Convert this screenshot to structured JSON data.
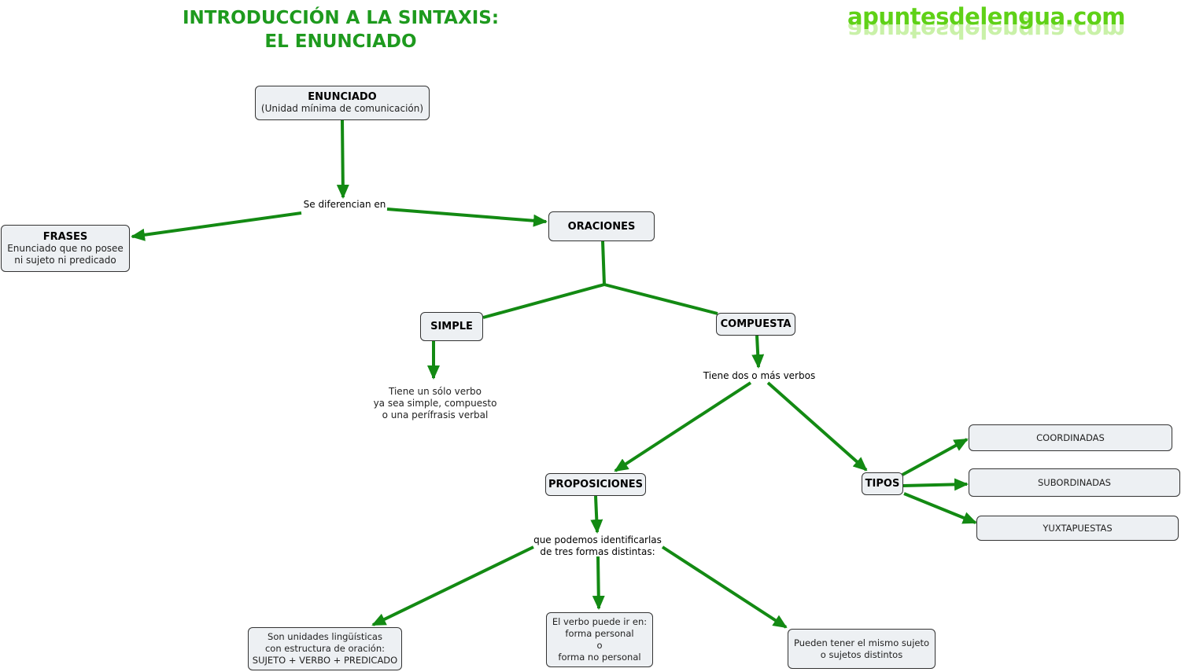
{
  "title": {
    "line1": "INTRODUCCIÓN A LA SINTAXIS:",
    "line2": "EL ENUNCIADO"
  },
  "brand": {
    "text": "apuntesdelengua.com"
  },
  "colors": {
    "title": "#1e9a1e",
    "arrow": "#138a13",
    "box_fill": "#edf0f3",
    "brand": "#5fd117"
  },
  "nodes": {
    "enunciado": {
      "title": "ENUNCIADO",
      "subtitle": "(Unidad mínima de comunicación)"
    },
    "frases": {
      "title": "FRASES",
      "line1": "Enunciado que no posee",
      "line2": "ni sujeto ni predicado"
    },
    "oraciones": {
      "title": "ORACIONES"
    },
    "simple": {
      "title": "SIMPLE"
    },
    "compuesta": {
      "title": "COMPUESTA"
    },
    "proposiciones": {
      "title": "PROPOSICIONES"
    },
    "tipos": {
      "title": "TIPOS"
    },
    "coordinadas": {
      "label": "COORDINADAS"
    },
    "subordinadas": {
      "label": "SUBORDINADAS"
    },
    "yuxtapuestas": {
      "label": "YUXTAPUESTAS"
    },
    "unidades": {
      "line1": "Son unidades lingüísticas",
      "line2": "con estructura de oración:",
      "line3": "SUJETO + VERBO + PREDICADO"
    },
    "verbo": {
      "line1": "El verbo puede ir en:",
      "line2": "forma personal",
      "line3": "o",
      "line4": "forma no personal"
    },
    "sujeto": {
      "line1": "Pueden tener el mismo sujeto",
      "line2": "o sujetos distintos"
    }
  },
  "labels": {
    "se_diferencian": "Se diferencian en",
    "simple_desc": {
      "line1": "Tiene un sólo verbo",
      "line2": "ya sea simple, compuesto",
      "line3": "o una perífrasis verbal"
    },
    "tiene_dos": "Tiene dos o más verbos",
    "identificar": {
      "line1": "que podemos identificarlas",
      "line2": "de tres formas distintas:"
    }
  }
}
